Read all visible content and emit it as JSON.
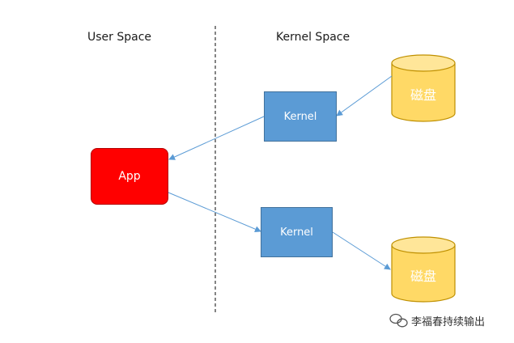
{
  "regions": {
    "user": "User Space",
    "kernel": "Kernel Space"
  },
  "nodes": {
    "app": "App",
    "kernel_read": "Kernel",
    "kernel_write": "Kernel",
    "disk_top": "磁盘",
    "disk_bottom": "磁盘"
  },
  "watermark": "李福春持续输出",
  "colors": {
    "app": "#ff0000",
    "kernel": "#5b9bd5",
    "disk": "#ffd966",
    "arrow": "#5b9bd5"
  }
}
